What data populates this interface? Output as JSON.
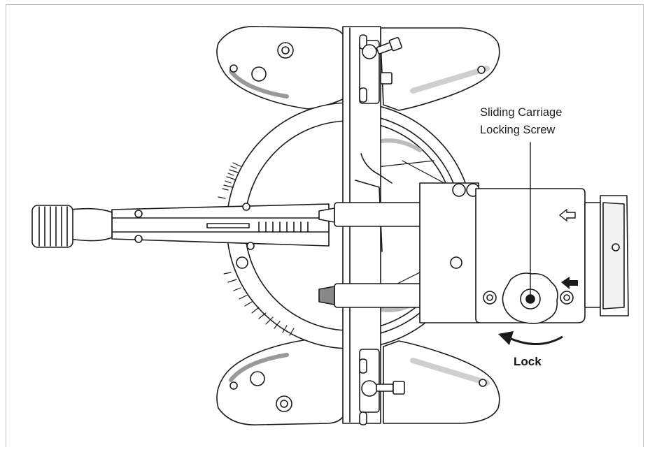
{
  "callout": {
    "line1": "Sliding Carriage",
    "line2": "Locking Screw"
  },
  "lock_label": "Lock",
  "colors": {
    "line": "#1a1a1a",
    "fill": "#ffffff",
    "shade": "#e6e6e6",
    "frame": "#bdbdbd"
  },
  "icons": [
    "hollow-arrow-left-icon",
    "solid-arrow-left-icon",
    "rotation-arrow-icon"
  ]
}
